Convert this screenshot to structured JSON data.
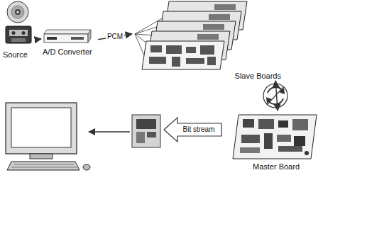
{
  "diagram": {
    "nodes": [
      {
        "text": [
          "Source"
        ]
      },
      {
        "text": [
          "A/D Converter"
        ]
      },
      {
        "text": [
          "Slave Boards"
        ]
      },
      {
        "text": [
          "Master Board"
        ]
      }
    ],
    "edges": [
      {
        "from": 0,
        "to": 1,
        "arrow": "to"
      },
      {
        "from": 1,
        "to": 2,
        "arrow": "to",
        "label": "PCM"
      },
      {
        "from": 2,
        "to": 3,
        "arrow": "both"
      }
    ],
    "labels": [
      "Bit stream"
    ]
  }
}
